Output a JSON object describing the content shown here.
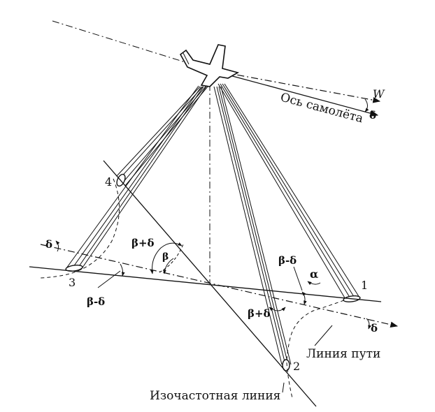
{
  "labels": {
    "wind": "W",
    "aircraft_axis": "Ось самолёта",
    "ground_track": "Линия пути",
    "isofrequency_line": "Изочастотная линия",
    "beam_1": "1",
    "beam_2": "2",
    "beam_3": "3",
    "beam_4": "4",
    "delta_top": "δ",
    "delta_left": "δ",
    "delta_right": "δ",
    "beta_plus_delta_top": "β+δ",
    "beta": "β",
    "beta_minus_delta_left": "β-δ",
    "beta_minus_delta_right": "β-δ",
    "alpha": "α",
    "beta_plus_delta_bottom": "β+δ"
  },
  "colors": {
    "ink": "#111111",
    "background": "#ffffff"
  },
  "icons": {
    "aircraft": "airplane-silhouette"
  }
}
